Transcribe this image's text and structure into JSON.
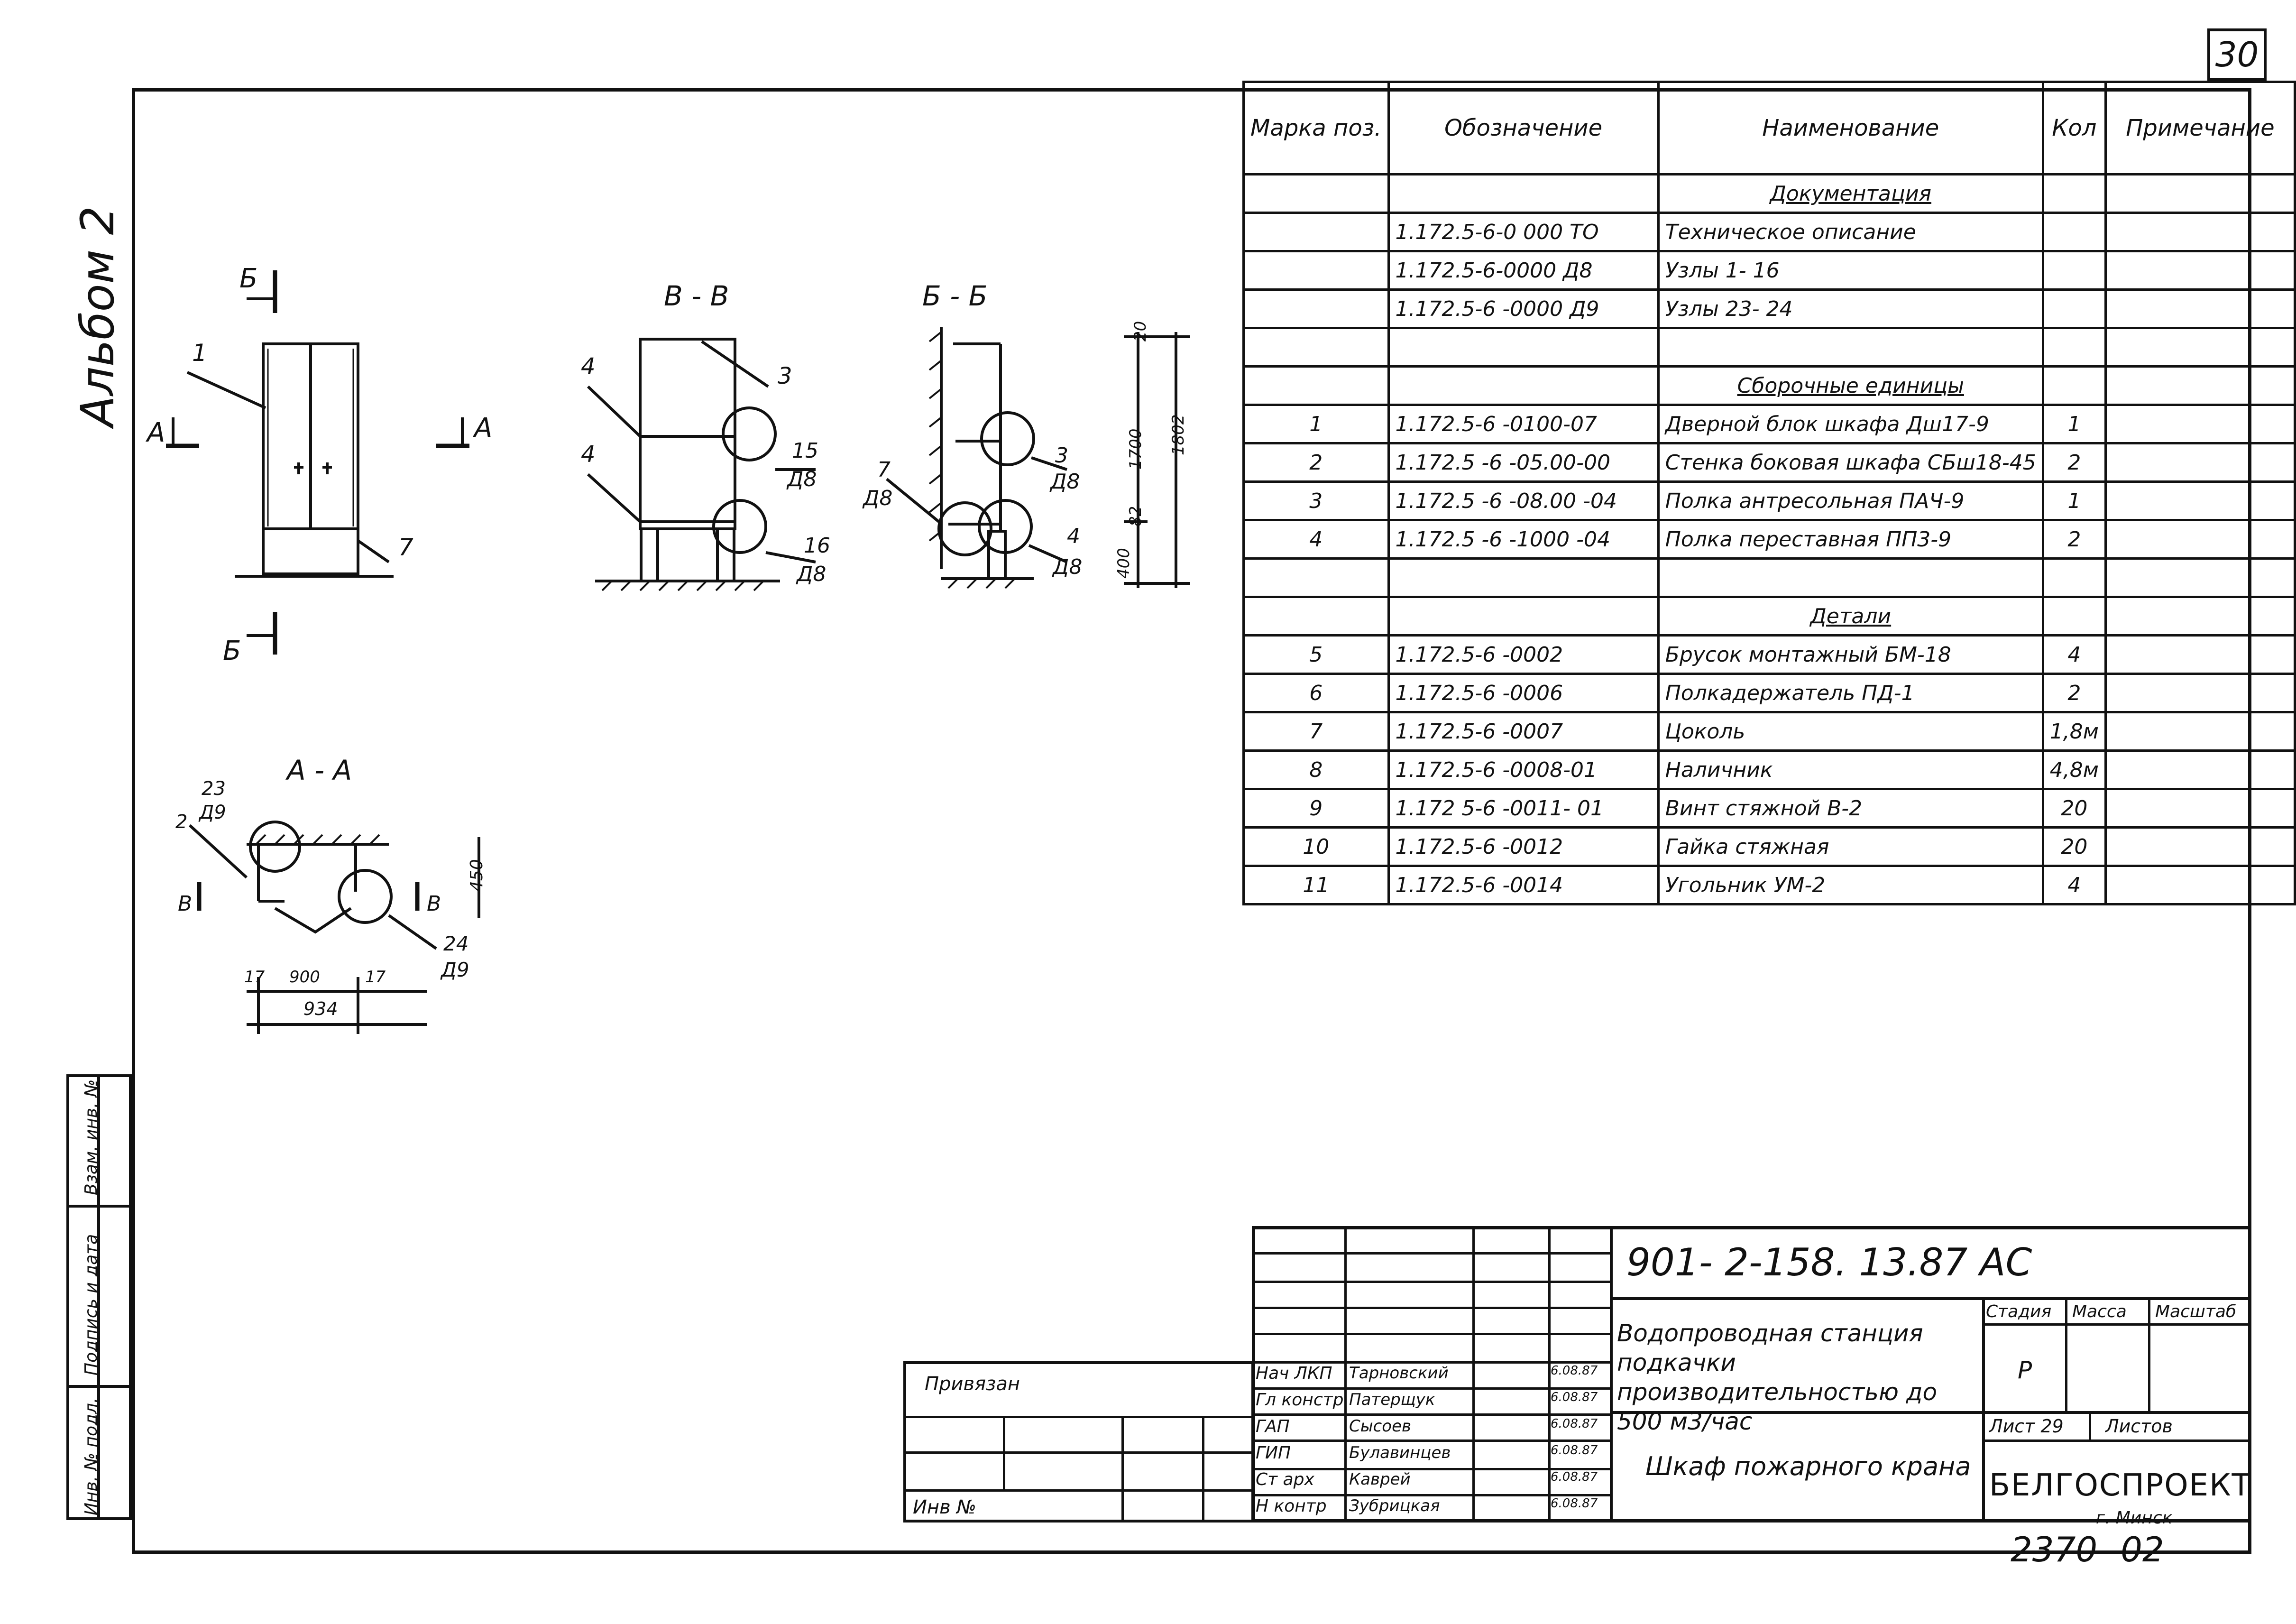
{
  "page_number": "30",
  "album_label": "Альбом 2",
  "views": {
    "elevation": {
      "labels": [
        "Б",
        "Б",
        "А",
        "А",
        "1",
        "7"
      ]
    },
    "section_vv": {
      "title": "В - В",
      "labels": [
        "4",
        "4",
        "3",
        "15",
        "Д8",
        "16",
        "Д8"
      ]
    },
    "section_bb": {
      "title": "Б - Б",
      "labels": [
        "7",
        "Д8",
        "3",
        "Д8",
        "4",
        "Д8"
      ],
      "dims": [
        "20",
        "1700",
        "1802",
        "82",
        "400"
      ]
    },
    "section_aa": {
      "title": "А - А",
      "labels": [
        "23",
        "Д9",
        "2",
        "В",
        "В",
        "24",
        "Д9"
      ],
      "dims": [
        "450",
        "17",
        "900",
        "17",
        "934"
      ]
    }
  },
  "spec_table": {
    "headers": {
      "mark": "Марка поз.",
      "designation": "Обозначение",
      "name": "Наименование",
      "qty": "Кол",
      "note": "Примечание"
    },
    "rows": [
      {
        "mark": "",
        "designation": "",
        "name": "Документация",
        "qty": "",
        "section": true
      },
      {
        "mark": "",
        "designation": "1.172.5-6-0 000 ТО",
        "name": "Техническое описание",
        "qty": ""
      },
      {
        "mark": "",
        "designation": "1.172.5-6-0000 Д8",
        "name": "Узлы 1- 16",
        "qty": ""
      },
      {
        "mark": "",
        "designation": "1.172.5-6 -0000 Д9",
        "name": "Узлы 23- 24",
        "qty": ""
      },
      {
        "mark": "",
        "designation": "",
        "name": "",
        "qty": ""
      },
      {
        "mark": "",
        "designation": "",
        "name": "Сборочные единицы",
        "qty": "",
        "section": true
      },
      {
        "mark": "1",
        "designation": "1.172.5-6 -0100-07",
        "name": "Дверной блок шкафа Дш17-9",
        "qty": "1"
      },
      {
        "mark": "2",
        "designation": "1.172.5 -6 -05.00-00",
        "name": "Стенка боковая шкафа СБш18-45",
        "qty": "2"
      },
      {
        "mark": "3",
        "designation": "1.172.5 -6 -08.00 -04",
        "name": "Полка антресольная ПАЧ-9",
        "qty": "1"
      },
      {
        "mark": "4",
        "designation": "1.172.5 -6 -1000 -04",
        "name": "Полка переставная ПП3-9",
        "qty": "2"
      },
      {
        "mark": "",
        "designation": "",
        "name": "",
        "qty": ""
      },
      {
        "mark": "",
        "designation": "",
        "name": "Детали",
        "qty": "",
        "section": true
      },
      {
        "mark": "5",
        "designation": "1.172.5-6 -0002",
        "name": "Брусок монтажный БМ-18",
        "qty": "4"
      },
      {
        "mark": "6",
        "designation": "1.172.5-6 -0006",
        "name": "Полкадержатель ПД-1",
        "qty": "2"
      },
      {
        "mark": "7",
        "designation": "1.172.5-6 -0007",
        "name": "Цоколь",
        "qty": "1,8м"
      },
      {
        "mark": "8",
        "designation": "1.172.5-6 -0008-01",
        "name": "Наличник",
        "qty": "4,8м"
      },
      {
        "mark": "9",
        "designation": "1.172 5-6 -0011- 01",
        "name": "Винт стяжной В-2",
        "qty": "20"
      },
      {
        "mark": "10",
        "designation": "1.172.5-6 -0012",
        "name": "Гайка стяжная",
        "qty": "20"
      },
      {
        "mark": "11",
        "designation": "1.172.5-6 -0014",
        "name": "Угольник УМ-2",
        "qty": "4"
      }
    ]
  },
  "title_block": {
    "project_code": "901- 2-158. 13.87 АС",
    "object_name": "Водопроводная станция подкачки производительностью до 500 м3/час",
    "sheet_title": "Шкаф пожарного крана",
    "stage_label": "Стадия",
    "mass_label": "Масса",
    "scale_label": "Масштаб",
    "stage_value": "Р",
    "sheet_label": "Лист 29",
    "sheets_label": "Листов",
    "organization": "БЕЛГОСПРОЕКТ",
    "city": "г. Минск",
    "order_number": "2370 -02",
    "tied_label": "Привязан",
    "inv_label": "Инв №",
    "signatories": [
      {
        "role": "Нач ЛКП",
        "name": "Тарновский",
        "date": "6.08.87"
      },
      {
        "role": "Гл констр",
        "name": "Патерщук",
        "date": "6.08.87"
      },
      {
        "role": "ГАП",
        "name": "Сысоев",
        "date": "6.08.87"
      },
      {
        "role": "ГИП",
        "name": "Булавинцев",
        "date": "6.08.87"
      },
      {
        "role": "Ст арх",
        "name": "Каврей",
        "date": "6.08.87"
      },
      {
        "role": "Н контр",
        "name": "Зубрицкая",
        "date": "6.08.87"
      }
    ]
  },
  "margin_strip": [
    "Взам. инв. №",
    "Подпись и дата",
    "Инв. № подл."
  ]
}
